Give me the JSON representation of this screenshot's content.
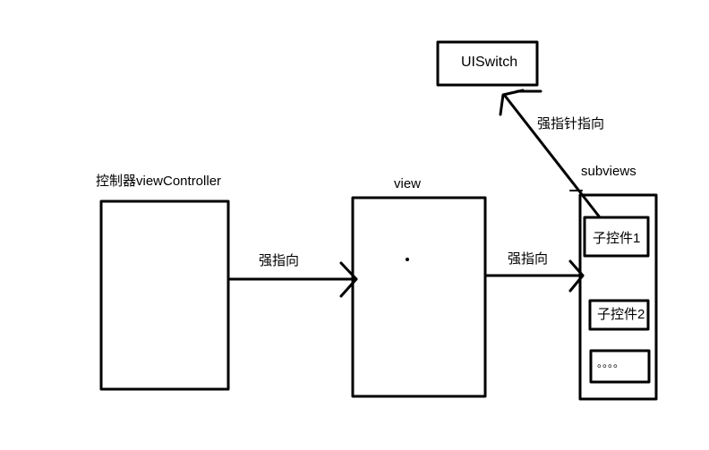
{
  "diagram": {
    "nodes": {
      "controller": {
        "label": "控制器viewController"
      },
      "view": {
        "label": "view"
      },
      "subviews": {
        "label": "subviews"
      },
      "uiswitch": {
        "label": "UISwitch"
      },
      "child1": {
        "label": "子控件1"
      },
      "child2": {
        "label": "子控件2"
      },
      "more": {
        "label": "。。。。"
      }
    },
    "edges": {
      "controller_to_view": {
        "label": "强指向"
      },
      "view_to_subviews": {
        "label": "强指向"
      },
      "child1_to_uiswitch": {
        "label": "强指针指向"
      }
    },
    "colors": {
      "stroke": "#000000",
      "background": "#ffffff"
    }
  }
}
